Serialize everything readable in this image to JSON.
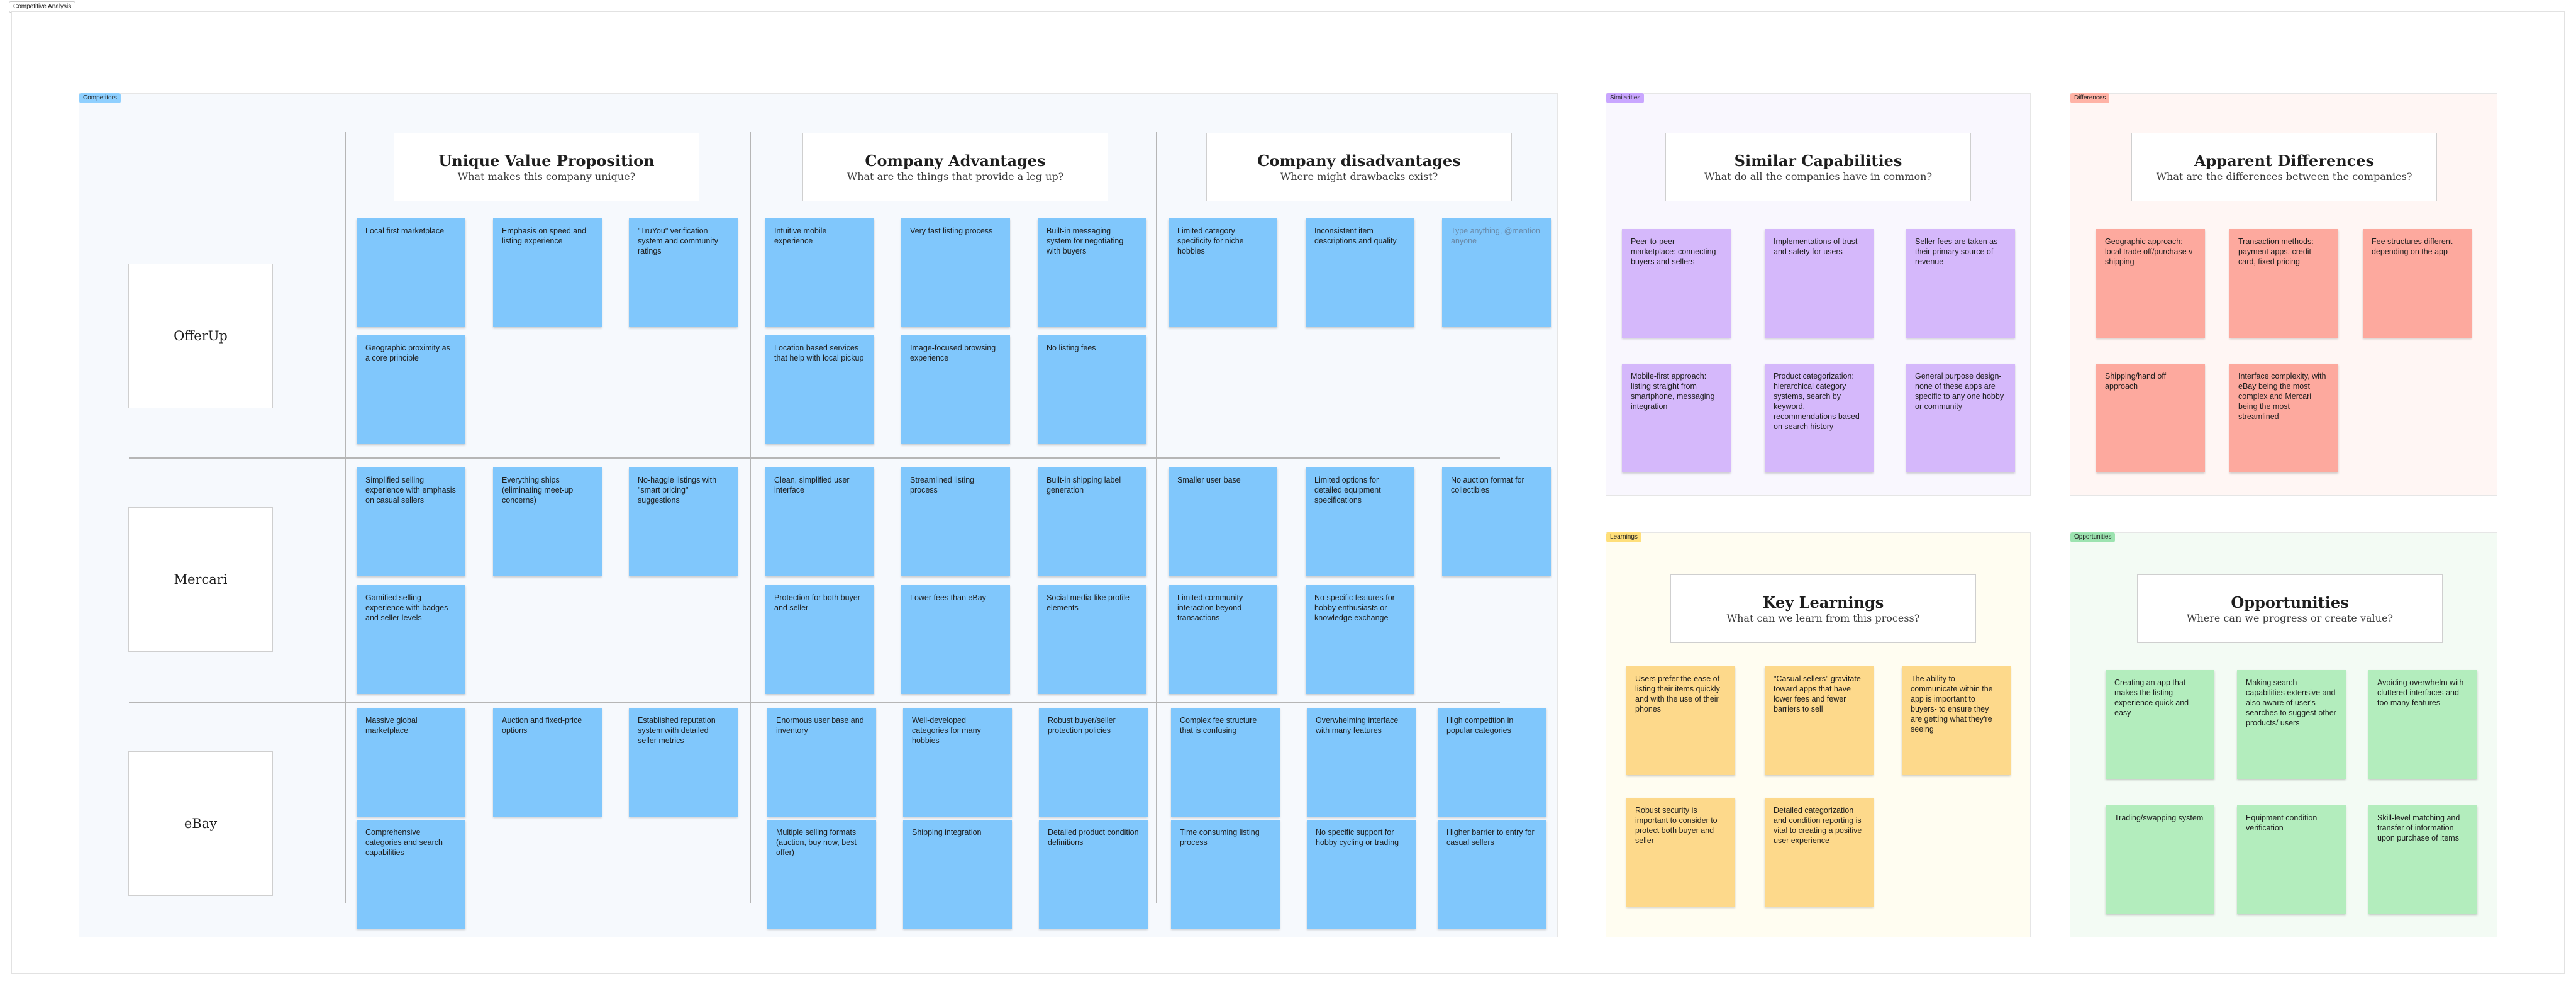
{
  "board": {
    "title": "Competitive Analysis",
    "sections": {
      "competitors": "Competitors",
      "similarities": "Similarities",
      "differences": "Differences",
      "learnings": "Learnings",
      "opportunities": "Opportunities"
    }
  },
  "matrix": {
    "rows": [
      "OfferUp",
      "Mercari",
      "eBay"
    ],
    "headers": {
      "uvp": {
        "title": "Unique Value Proposition",
        "subtitle": "What makes this company unique?"
      },
      "adv": {
        "title": "Company Advantages",
        "subtitle": "What are the things that provide a leg up?"
      },
      "dis": {
        "title": "Company disadvantages",
        "subtitle": "Where might drawbacks exist?"
      }
    },
    "offerup": {
      "uvp": [
        "Local first marketplace",
        "Emphasis on speed and listing experience",
        "\"TruYou\" verification system and community ratings",
        "Geographic proximity as a core principle"
      ],
      "adv": [
        "Intuitive mobile experience",
        "Very fast listing process",
        "Built-in messaging system for negotiating with buyers",
        "Location based services that help with local pickup",
        "Image-focused browsing experience",
        "No listing fees"
      ],
      "dis": [
        "Limited category specificity for niche hobbies",
        "Inconsistent item descriptions and quality",
        "Type anything, @mention anyone"
      ]
    },
    "mercari": {
      "uvp": [
        "Simplified selling experience with emphasis on casual sellers",
        "Everything ships (eliminating meet-up concerns)",
        "No-haggle listings with \"smart pricing\" suggestions",
        "Gamified selling experience with badges and seller levels"
      ],
      "adv": [
        "Clean, simplified user interface",
        "Streamlined listing process",
        "Built-in shipping label generation",
        "Protection for both buyer and seller",
        "Lower fees than eBay",
        "Social media-like profile elements"
      ],
      "dis": [
        "Smaller user base",
        "Limited options for detailed equipment specifications",
        "No auction format for collectibles",
        "Limited community interaction beyond transactions",
        "No specific features for hobby enthusiasts or knowledge exchange"
      ]
    },
    "ebay": {
      "uvp": [
        "Massive global marketplace",
        "Auction and fixed-price options",
        "Established reputation system with detailed seller metrics",
        "Comprehensive categories and search capabilities"
      ],
      "adv": [
        "Enormous user base and inventory",
        "Well-developed categories for many hobbies",
        "Robust buyer/seller protection policies",
        "Multiple selling formats (auction, buy now, best offer)",
        "Shipping integration",
        "Detailed product condition definitions"
      ],
      "dis": [
        "Complex fee structure that is confusing",
        "Overwhelming interface with many features",
        "High competition in popular categories",
        "Time consuming listing process",
        "No specific support for hobby cycling or trading",
        "Higher barrier to entry for casual sellers"
      ]
    }
  },
  "similar": {
    "title": "Similar Capabilities",
    "subtitle": "What do all the companies have in common?",
    "notes": [
      "Peer-to-peer marketplace: connecting buyers and sellers",
      "Implementations of trust and safety for users",
      "Seller fees are taken as their primary source of revenue",
      "Mobile-first approach: listing straight from smartphone, messaging integration",
      "Product categorization: hierarchical category systems, search by keyword, recommendations based on search history",
      "General purpose design- none of these apps are specific to any one hobby or community"
    ]
  },
  "differences": {
    "title": "Apparent Differences",
    "subtitle": "What are the differences between the companies?",
    "notes": [
      "Geographic approach: local trade off/purchase v shipping",
      "Transaction methods: payment apps, credit card, fixed pricing",
      "Fee structures different depending on the app",
      "Shipping/hand off approach",
      "Interface complexity, with eBay being the most complex and Mercari being the most streamlined"
    ]
  },
  "learnings": {
    "title": "Key Learnings",
    "subtitle": "What can we learn from this process?",
    "notes": [
      "Users prefer the ease of listing their items quickly and with the use of their phones",
      "\"Casual sellers\" gravitate toward apps that have lower fees and fewer barriers to sell",
      "The ability to communicate within the app is important to buyers- to ensure they are getting what they're seeing",
      "Robust security is important to consider to protect both buyer and seller",
      "Detailed categorization and condition reporting is vital to creating a positive user experience"
    ]
  },
  "opportunities": {
    "title": "Opportunities",
    "subtitle": "Where can we progress or create value?",
    "notes": [
      "Creating an app that makes the listing experience quick and easy",
      "Making search capabilities extensive and also aware of user's searches to suggest other products/ users",
      "Avoiding overwhelm with cluttered interfaces and too many features",
      "Trading/swapping system",
      "Equipment condition verification",
      "Skill-level matching and transfer of information upon purchase of items"
    ]
  }
}
